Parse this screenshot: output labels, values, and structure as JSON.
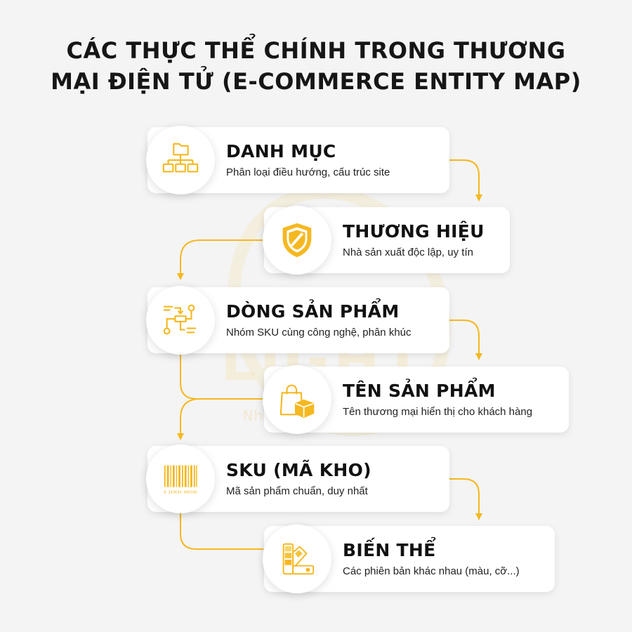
{
  "title_line1": "CÁC THỰC THỂ CHÍNH TRONG THƯƠNG",
  "title_line2": "MẠI ĐIỆN TỬ (E-COMMERCE ENTITY MAP)",
  "accent_color": "#f5b820",
  "watermark": {
    "text": "LIGHT",
    "tagline": "Nhanh - Chuẩn - Đẹp"
  },
  "entities": [
    {
      "title": "DANH MỤC",
      "description": "Phân loại điều hướng, cấu trúc site",
      "icon": "folder-tree-icon"
    },
    {
      "title": "THƯƠNG HIỆU",
      "description": "Nhà sản xuất độc lập, uy tín",
      "icon": "shield-icon"
    },
    {
      "title": "DÒNG SẢN PHẨM",
      "description": "Nhóm SKU cùng công nghệ, phân khúc",
      "icon": "flow-chart-icon"
    },
    {
      "title": "TÊN SẢN PHẨM",
      "description": "Tên thương mại hiển thị cho khách hàng",
      "icon": "shopping-bag-box-icon"
    },
    {
      "title": "SKU (MÃ KHO)",
      "description": "Mã sản phẩm chuẩn, duy nhất",
      "icon": "barcode-icon"
    },
    {
      "title": "BIẾN THỂ",
      "description": "Các phiên bản khác nhau (màu, cỡ...)",
      "icon": "color-swatch-icon"
    }
  ],
  "barcode_digits": "8 243634 005505"
}
